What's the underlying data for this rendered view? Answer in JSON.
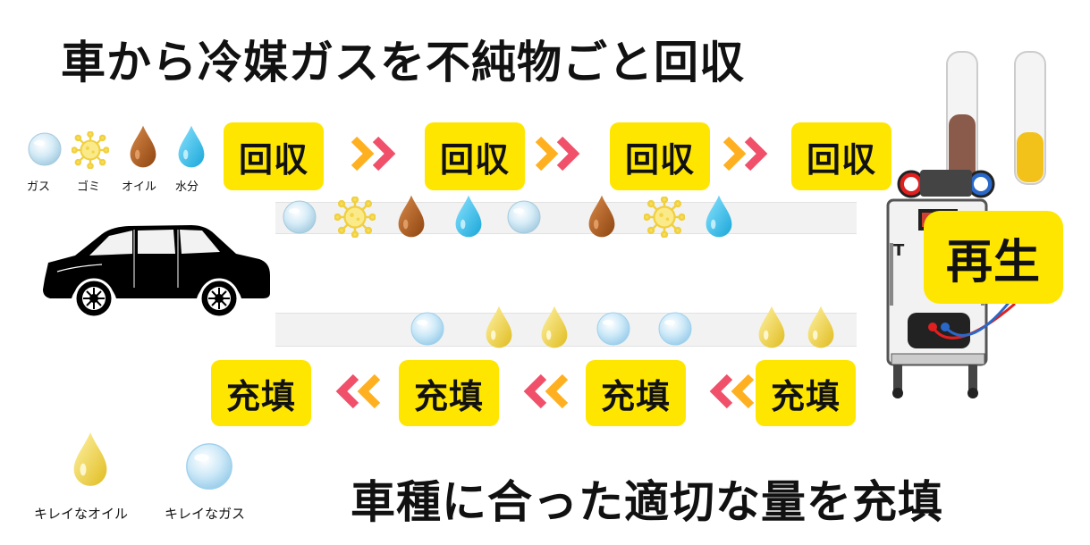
{
  "title_top": "車から冷媒ガスを不純物ごと回収",
  "title_bottom": "車種に合った適切な量を充填",
  "legend_top": {
    "gas": "ガス",
    "dust": "ゴミ",
    "oil": "オイル",
    "water": "水分"
  },
  "legend_bottom": {
    "clean_oil": "キレイなオイル",
    "clean_gas": "キレイなガス"
  },
  "recovery_steps": [
    "回収",
    "回収",
    "回収",
    "回収"
  ],
  "fill_steps": [
    "充填",
    "充填",
    "充填",
    "充填"
  ],
  "regenerate": "再生",
  "colors": {
    "accent_yellow": "#ffe600",
    "arrow_orange": "#ffb020",
    "arrow_red": "#f0506a",
    "oil_brown": "#b05a1a",
    "water_blue": "#3cc4ee",
    "clean_oil": "#f2d84a",
    "gas_blue": "#cfe8f6"
  },
  "icons": {
    "gas": "gas-bubble-icon",
    "dust": "dust-germ-icon",
    "oil": "oil-drop-icon",
    "water": "water-drop-icon",
    "car": "suv-car-icon",
    "machine": "refrigerant-recovery-machine-icon"
  }
}
